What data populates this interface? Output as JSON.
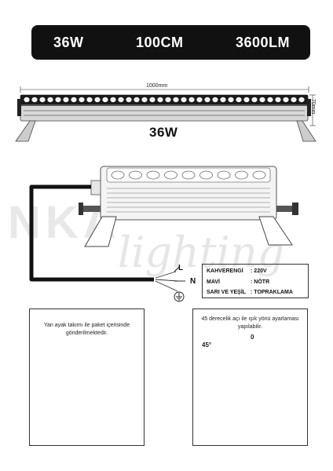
{
  "banner": {
    "power": "36W",
    "length": "100CM",
    "lumen": "3600LM"
  },
  "dimensions": {
    "length": "1000mm",
    "height": "70mm"
  },
  "product_wattage": "36W",
  "watermark": {
    "brand": "NKA",
    "sub": "lighting"
  },
  "wiring": {
    "labels": {
      "line": "L",
      "neutral": "N"
    },
    "rows": [
      {
        "color": "KAHVERENGİ",
        "sep": ":",
        "value": "220V"
      },
      {
        "color": "MAVİ",
        "sep": ":",
        "value": "NÖTR"
      },
      {
        "color": "SARI VE YEŞİL",
        "sep": ":",
        "value": "TOPRAKLAMA"
      }
    ]
  },
  "left_panel": {
    "note": "Yan ayak takımı ile paket içerisinde gönderilmektedir."
  },
  "right_panel": {
    "note": "45 derecelik açı ile ışık yönü ayarlaması yapılabilir.",
    "angle_start": "45°",
    "angle_zero": "0"
  },
  "colors": {
    "banner_bg": "#111111",
    "banner_text": "#ffffff",
    "body_metal": "#8a8a8a",
    "led": "#f4f4f4",
    "watermark": "#e8e8e8"
  }
}
